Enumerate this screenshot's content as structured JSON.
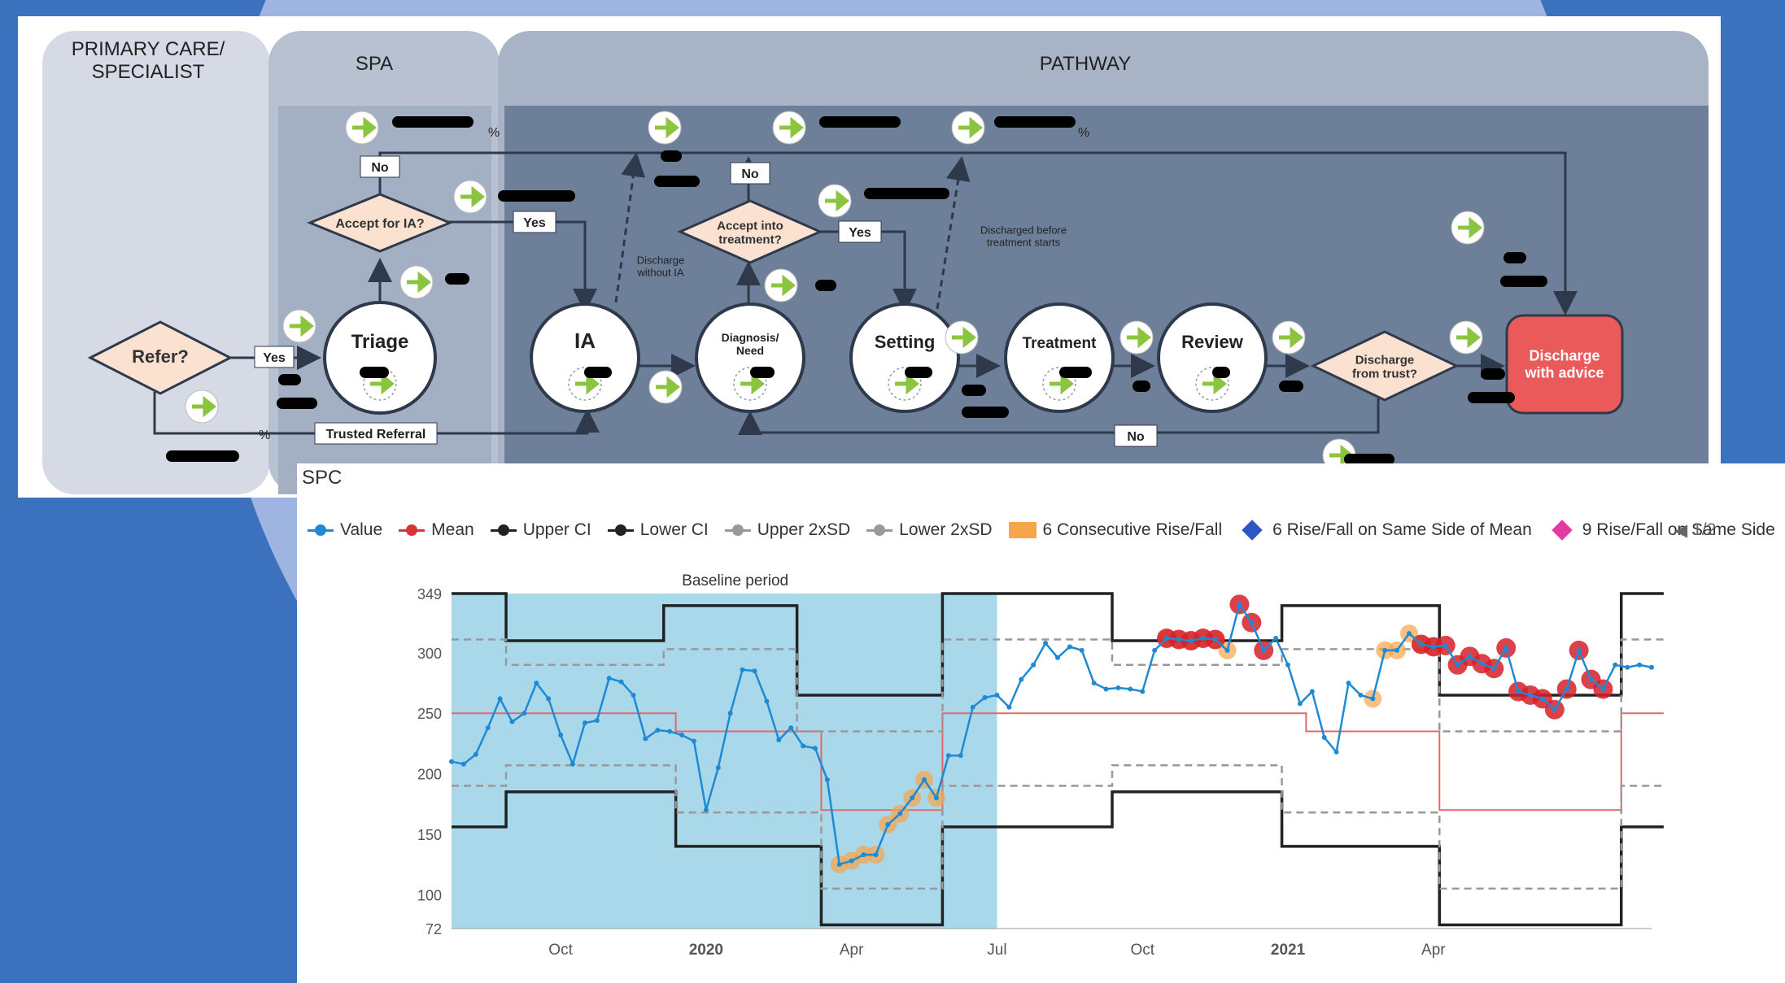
{
  "flow": {
    "lanes": [
      "PRIMARY CARE/\nSPECIALIST",
      "SPA",
      "PATHWAY"
    ],
    "nodes": {
      "refer": "Refer?",
      "triage": "Triage",
      "accept_ia": "Accept for IA?",
      "ia": "IA",
      "diagnosis": "Diagnosis/\nNeed",
      "accept_treatment": "Accept into\ntreatment?",
      "setting": "Setting",
      "treatment": "Treatment",
      "review": "Review",
      "discharge_q": "Discharge\nfrom trust?",
      "discharge_advice": "Discharge\nwith advice"
    },
    "labels": {
      "yes": "Yes",
      "no": "No",
      "trusted_referral": "Trusted Referral",
      "discharge_without_ia": "Discharge\nwithout IA",
      "discharged_before": "Discharged before\ntreatment starts"
    },
    "percent_suffix": "%",
    "colors": {
      "diamond": "#fbe1cf",
      "lane": "#d5dae4",
      "pathway": "#6e7f99",
      "red_node": "#ea5a5a",
      "arrow": "#8bc43f"
    }
  },
  "spc": {
    "title": "SPC",
    "legend": [
      {
        "label": "Value",
        "color": "#1f8ad3",
        "kind": "line-dot"
      },
      {
        "label": "Mean",
        "color": "#d93434",
        "kind": "line-dot"
      },
      {
        "label": "Upper CI",
        "color": "#222222",
        "kind": "line-dot"
      },
      {
        "label": "Lower CI",
        "color": "#222222",
        "kind": "line-dot"
      },
      {
        "label": "Upper 2xSD",
        "color": "#999999",
        "kind": "line-dot"
      },
      {
        "label": "Lower 2xSD",
        "color": "#999999",
        "kind": "line-dot"
      },
      {
        "label": "6 Consecutive Rise/Fall",
        "color": "#f6a54b",
        "kind": "square"
      },
      {
        "label": "6 Rise/Fall on Same Side of Mean",
        "color": "#2b56c4",
        "kind": "diamond"
      },
      {
        "label": "9 Rise/Fall on Same Side",
        "color": "#e23aa0",
        "kind": "diamond"
      }
    ],
    "page_indicator": "1/2"
  },
  "chart_data": {
    "type": "line",
    "annotation": "Baseline period",
    "baseline_end_index": 45,
    "yticks": [
      72,
      100,
      150,
      200,
      250,
      300,
      349
    ],
    "ylim": [
      72,
      349
    ],
    "xticks": [
      {
        "label": "Oct",
        "index": 9,
        "bold": false
      },
      {
        "label": "2020",
        "index": 21,
        "bold": true
      },
      {
        "label": "Apr",
        "index": 33,
        "bold": false
      },
      {
        "label": "Jul",
        "index": 45,
        "bold": false
      },
      {
        "label": "Oct",
        "index": 57,
        "bold": false
      },
      {
        "label": "2021",
        "index": 69,
        "bold": true
      },
      {
        "label": "Apr",
        "index": 81,
        "bold": false
      }
    ],
    "series": [
      {
        "name": "Value",
        "color": "#1f8ad3",
        "values": [
          210,
          208,
          216,
          238,
          262,
          243,
          250,
          275,
          262,
          232,
          208,
          242,
          244,
          279,
          276,
          265,
          229,
          236,
          235,
          232,
          227,
          170,
          205,
          250,
          286,
          285,
          260,
          228,
          238,
          223,
          221,
          195,
          125,
          128,
          133,
          133,
          158,
          167,
          180,
          195,
          180,
          215,
          215,
          255,
          263,
          265,
          255,
          278,
          290,
          308,
          296,
          305,
          302,
          275,
          270,
          271,
          270,
          268,
          302,
          312,
          311,
          310,
          312,
          311,
          302,
          340,
          325,
          302,
          312,
          290,
          258,
          268,
          230,
          218,
          275,
          265,
          262,
          302,
          302,
          316,
          307,
          305,
          306,
          290,
          297,
          291,
          287,
          304,
          268,
          265,
          262,
          253,
          270,
          302,
          278,
          270,
          290,
          288,
          290,
          288
        ]
      },
      {
        "name": "Mean",
        "color": "#e06a6a",
        "values": [
          250,
          250,
          250,
          250,
          250,
          250,
          250,
          250,
          250,
          250,
          250,
          250,
          250,
          250,
          250,
          250,
          250,
          250,
          250,
          235,
          235,
          235,
          235,
          235,
          235,
          235,
          235,
          235,
          235,
          235,
          235,
          170,
          170,
          170,
          170,
          170,
          170,
          170,
          170,
          170,
          170,
          250,
          250,
          250,
          250,
          250,
          250,
          250,
          250,
          250,
          250,
          250,
          250,
          250,
          250,
          250,
          250,
          250,
          250,
          250,
          250,
          250,
          250,
          250,
          250,
          250,
          250,
          250,
          250,
          250,
          250,
          235,
          235,
          235,
          235,
          235,
          235,
          235,
          235,
          235,
          235,
          235,
          170,
          170,
          170,
          170,
          170,
          170,
          170,
          170,
          170,
          170,
          170,
          170,
          170,
          170,
          170,
          250,
          250,
          250,
          250
        ]
      },
      {
        "name": "Upper CI",
        "color": "#222222",
        "values": [
          349,
          349,
          349,
          349,
          349,
          310,
          310,
          310,
          310,
          310,
          310,
          310,
          310,
          310,
          310,
          310,
          310,
          310,
          339,
          339,
          339,
          339,
          339,
          339,
          339,
          339,
          339,
          339,
          339,
          265,
          265,
          265,
          265,
          265,
          265,
          265,
          265,
          265,
          265,
          265,
          265,
          349,
          349,
          349,
          349,
          349,
          349,
          349,
          349,
          349,
          349,
          349,
          349,
          349,
          349,
          310,
          310,
          310,
          310,
          310,
          310,
          310,
          310,
          310,
          310,
          310,
          310,
          310,
          310,
          339,
          339,
          339,
          339,
          339,
          339,
          339,
          339,
          339,
          339,
          339,
          339,
          339,
          265,
          265,
          265,
          265,
          265,
          265,
          265,
          265,
          265,
          265,
          265,
          265,
          265,
          265,
          265,
          349,
          349,
          349,
          349
        ]
      },
      {
        "name": "Lower CI",
        "color": "#222222",
        "values": [
          156,
          156,
          156,
          156,
          156,
          185,
          185,
          185,
          185,
          185,
          185,
          185,
          185,
          185,
          185,
          185,
          185,
          185,
          185,
          140,
          140,
          140,
          140,
          140,
          140,
          140,
          140,
          140,
          140,
          140,
          140,
          75,
          75,
          75,
          75,
          75,
          75,
          75,
          75,
          75,
          75,
          156,
          156,
          156,
          156,
          156,
          156,
          156,
          156,
          156,
          156,
          156,
          156,
          156,
          156,
          185,
          185,
          185,
          185,
          185,
          185,
          185,
          185,
          185,
          185,
          185,
          185,
          185,
          185,
          140,
          140,
          140,
          140,
          140,
          140,
          140,
          140,
          140,
          140,
          140,
          140,
          140,
          75,
          75,
          75,
          75,
          75,
          75,
          75,
          75,
          75,
          75,
          75,
          75,
          75,
          75,
          75,
          156,
          156,
          156,
          156
        ]
      },
      {
        "name": "Upper 2xSD",
        "color": "#999999",
        "values": [
          311,
          311,
          311,
          311,
          311,
          290,
          290,
          290,
          290,
          290,
          290,
          290,
          290,
          290,
          290,
          290,
          290,
          290,
          303,
          303,
          303,
          303,
          303,
          303,
          303,
          303,
          303,
          303,
          303,
          235,
          235,
          235,
          235,
          235,
          235,
          235,
          235,
          235,
          235,
          235,
          235,
          311,
          311,
          311,
          311,
          311,
          311,
          311,
          311,
          311,
          311,
          311,
          311,
          311,
          311,
          290,
          290,
          290,
          290,
          290,
          290,
          290,
          290,
          290,
          290,
          290,
          290,
          290,
          290,
          303,
          303,
          303,
          303,
          303,
          303,
          303,
          303,
          303,
          303,
          303,
          303,
          303,
          235,
          235,
          235,
          235,
          235,
          235,
          235,
          235,
          235,
          235,
          235,
          235,
          235,
          235,
          235,
          311,
          311,
          311,
          311
        ]
      },
      {
        "name": "Lower 2xSD",
        "color": "#999999",
        "values": [
          190,
          190,
          190,
          190,
          190,
          207,
          207,
          207,
          207,
          207,
          207,
          207,
          207,
          207,
          207,
          207,
          207,
          207,
          207,
          168,
          168,
          168,
          168,
          168,
          168,
          168,
          168,
          168,
          168,
          168,
          168,
          105,
          105,
          105,
          105,
          105,
          105,
          105,
          105,
          105,
          105,
          190,
          190,
          190,
          190,
          190,
          190,
          190,
          190,
          190,
          190,
          190,
          190,
          190,
          190,
          207,
          207,
          207,
          207,
          207,
          207,
          207,
          207,
          207,
          207,
          207,
          207,
          207,
          207,
          168,
          168,
          168,
          168,
          168,
          168,
          168,
          168,
          168,
          168,
          168,
          168,
          168,
          105,
          105,
          105,
          105,
          105,
          105,
          105,
          105,
          105,
          105,
          105,
          105,
          105,
          105,
          105,
          190,
          190,
          190,
          190
        ]
      }
    ],
    "highlights": [
      {
        "rule": "6 Consecutive Rise/Fall",
        "color": "#f6a54b",
        "indices": [
          32,
          33,
          34,
          35,
          36,
          37,
          38,
          39,
          40,
          59,
          60,
          61,
          62,
          63,
          64,
          76,
          77,
          78,
          79,
          80,
          81
        ]
      },
      {
        "rule": "9 Rise/Fall on Same Side",
        "color": "#d6202a",
        "indices": [
          59,
          60,
          61,
          62,
          63,
          65,
          66,
          67,
          80,
          81,
          82,
          83,
          84,
          85,
          86,
          87,
          88,
          89,
          90,
          91,
          92,
          93,
          94,
          95
        ]
      }
    ]
  }
}
